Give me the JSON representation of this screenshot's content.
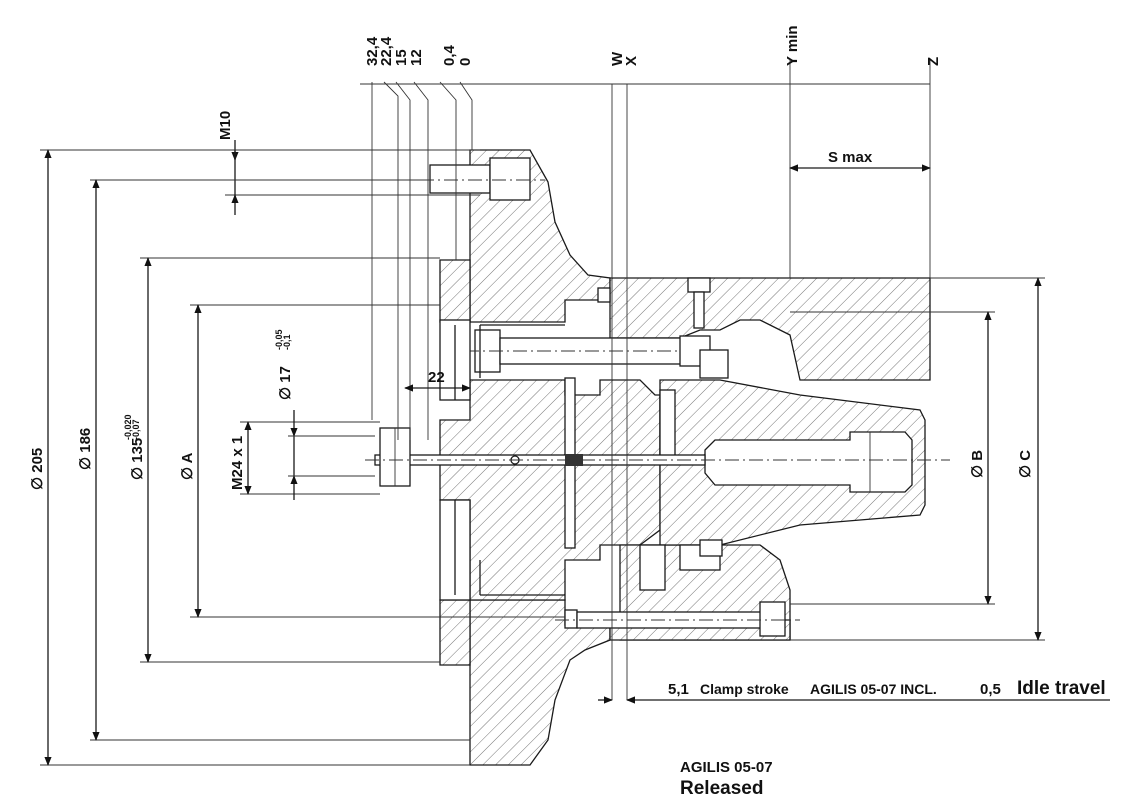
{
  "dimensions": {
    "top_offsets": [
      "32,4",
      "22,4",
      "15",
      "12",
      "0,4",
      "0"
    ],
    "w": "W",
    "x": "X",
    "y_min": "Y min",
    "z": "Z",
    "m10": "M10",
    "s_max": "S max",
    "d22": "22",
    "d205": "∅ 205",
    "d186": "∅ 186",
    "d135": "∅ 135",
    "d135_tol_upper": "-0,020",
    "d135_tol_lower": "-0,07",
    "dA": "∅ A",
    "m24": "M24 x 1",
    "d17": "∅ 17",
    "d17_tol_upper": "-0,05",
    "d17_tol_lower": "-0,1",
    "dB": "∅ B",
    "dC": "∅ C"
  },
  "notes": {
    "clamp_stroke_value": "5,1",
    "clamp_stroke_label": "Clamp stroke",
    "model_incl": "AGILIS 05-07 INCL.",
    "idle_value": "0,5",
    "idle_label": "Idle travel",
    "model": "AGILIS 05-07",
    "state": "Released"
  }
}
